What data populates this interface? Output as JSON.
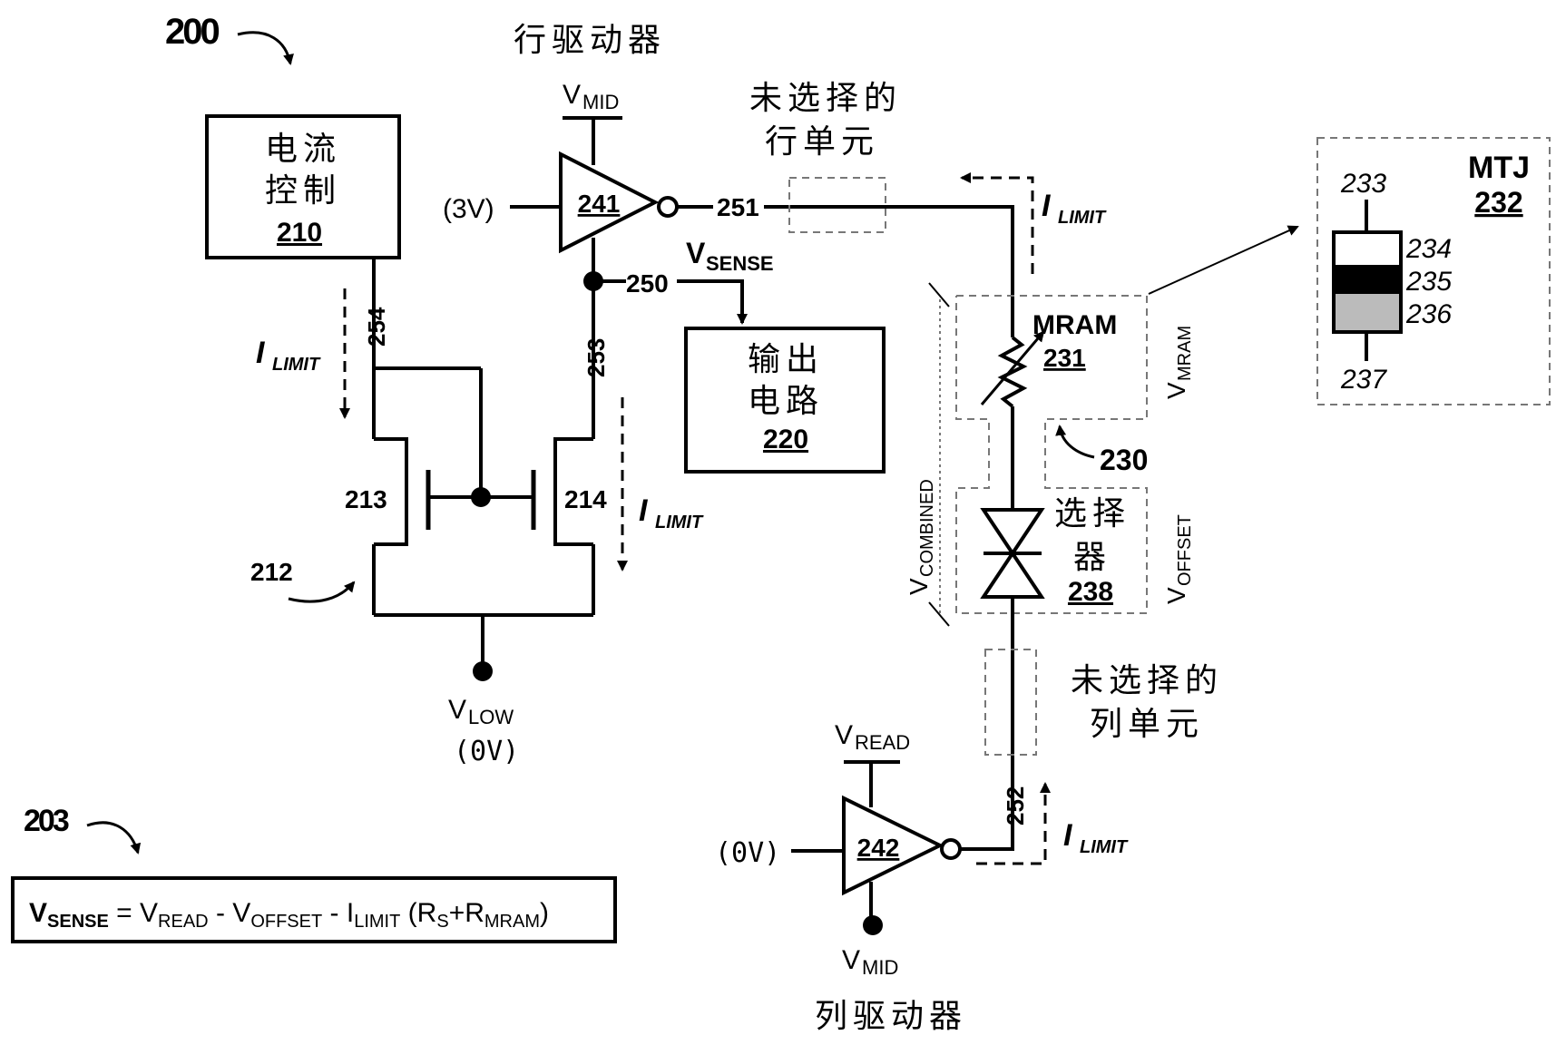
{
  "figure": {
    "number": "200",
    "formula_number": "203"
  },
  "blocks": {
    "current_control": {
      "line1": "电流",
      "line2": "控制",
      "ref": "210"
    },
    "output_circuit": {
      "line1": "输出",
      "line2": "电路",
      "ref": "220"
    }
  },
  "row_driver": {
    "title": "行驱动器",
    "ref": "241",
    "input": "(3V)",
    "supply": "V",
    "supply_sub": "MID",
    "output_node": "251"
  },
  "column_driver": {
    "title": "列驱动器",
    "ref": "242",
    "input": "(0V)",
    "supply_top": "V",
    "supply_top_sub": "READ",
    "supply_bottom": "V",
    "supply_bottom_sub": "MID",
    "output_node": "252"
  },
  "unselected_row": {
    "line1": "未选择的",
    "line2": "行单元"
  },
  "unselected_col": {
    "line1": "未选择的",
    "line2": "列单元"
  },
  "cell": {
    "ref": "230",
    "mram_label": "MRAM",
    "mram_ref": "231",
    "selector_line1": "选择",
    "selector_line2": "器",
    "selector_ref": "238",
    "v_mram": "V",
    "v_mram_sub": "MRAM",
    "v_offset": "V",
    "v_offset_sub": "OFFSET",
    "v_combined": "V",
    "v_combined_sub": "COMBINED"
  },
  "mtj": {
    "title": "MTJ",
    "ref": "232",
    "top_lead": "233",
    "layer1": "234",
    "layer2": "235",
    "layer3": "236",
    "bottom_lead": "237",
    "layer_colors": [
      "#ffffff",
      "#000000",
      "#bbbbbb"
    ]
  },
  "current_mirror": {
    "ref": "212",
    "t1": "213",
    "t2": "214",
    "node_254": "254",
    "node_253": "253",
    "node_250": "250",
    "ground": "V",
    "ground_sub": "LOW",
    "ground_value": "(0V)"
  },
  "sense": {
    "label": "V",
    "label_sub": "SENSE"
  },
  "i_limit": {
    "label": "I",
    "label_sub": "LIMIT"
  },
  "formula": {
    "vsense": "V",
    "vsense_sub": "SENSE",
    "eq": " = ",
    "vread": "V",
    "vread_sub": "READ",
    "minus1": " - ",
    "voffset": "V",
    "voffset_sub": "OFFSET",
    "minus2": " - ",
    "ilimit": "I",
    "ilimit_sub": "LIMIT",
    "paren_open": " (R",
    "rs_sub": "S",
    "plus": "+R",
    "rmram_sub": "MRAM",
    "paren_close": ")"
  }
}
